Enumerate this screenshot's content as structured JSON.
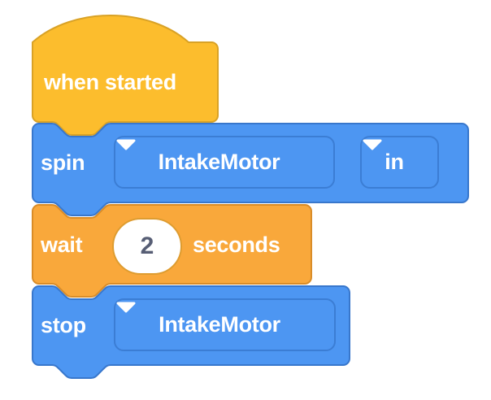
{
  "workspace": {
    "background": "#FFFFFF"
  },
  "palette": {
    "workspace-bg": "#FFFFFF",
    "event-fill": "#FCBD2D",
    "event-stroke": "#D9A226",
    "motor-fill": "#4D96F2",
    "motor-stroke": "#3877CC",
    "dropdown-stroke": "#3B7DD4",
    "wait-fill": "#F9A83B",
    "wait-stroke": "#D98C28",
    "input-fill": "#FFFFFF",
    "input-border": "#DE9C30",
    "input-text": "#575E75",
    "block-text": "#FFFFFF"
  },
  "blocks": {
    "when_started": {
      "label": "when started"
    },
    "spin": {
      "label": "spin",
      "motor_dropdown": {
        "value": "IntakeMotor",
        "icon": "dropdown-arrow"
      },
      "direction_dropdown": {
        "value": "in",
        "icon": "dropdown-arrow"
      }
    },
    "wait": {
      "label": "wait",
      "value": "2",
      "unit_label": "seconds"
    },
    "stop": {
      "label": "stop",
      "motor_dropdown": {
        "value": "IntakeMotor",
        "icon": "dropdown-arrow"
      }
    }
  }
}
